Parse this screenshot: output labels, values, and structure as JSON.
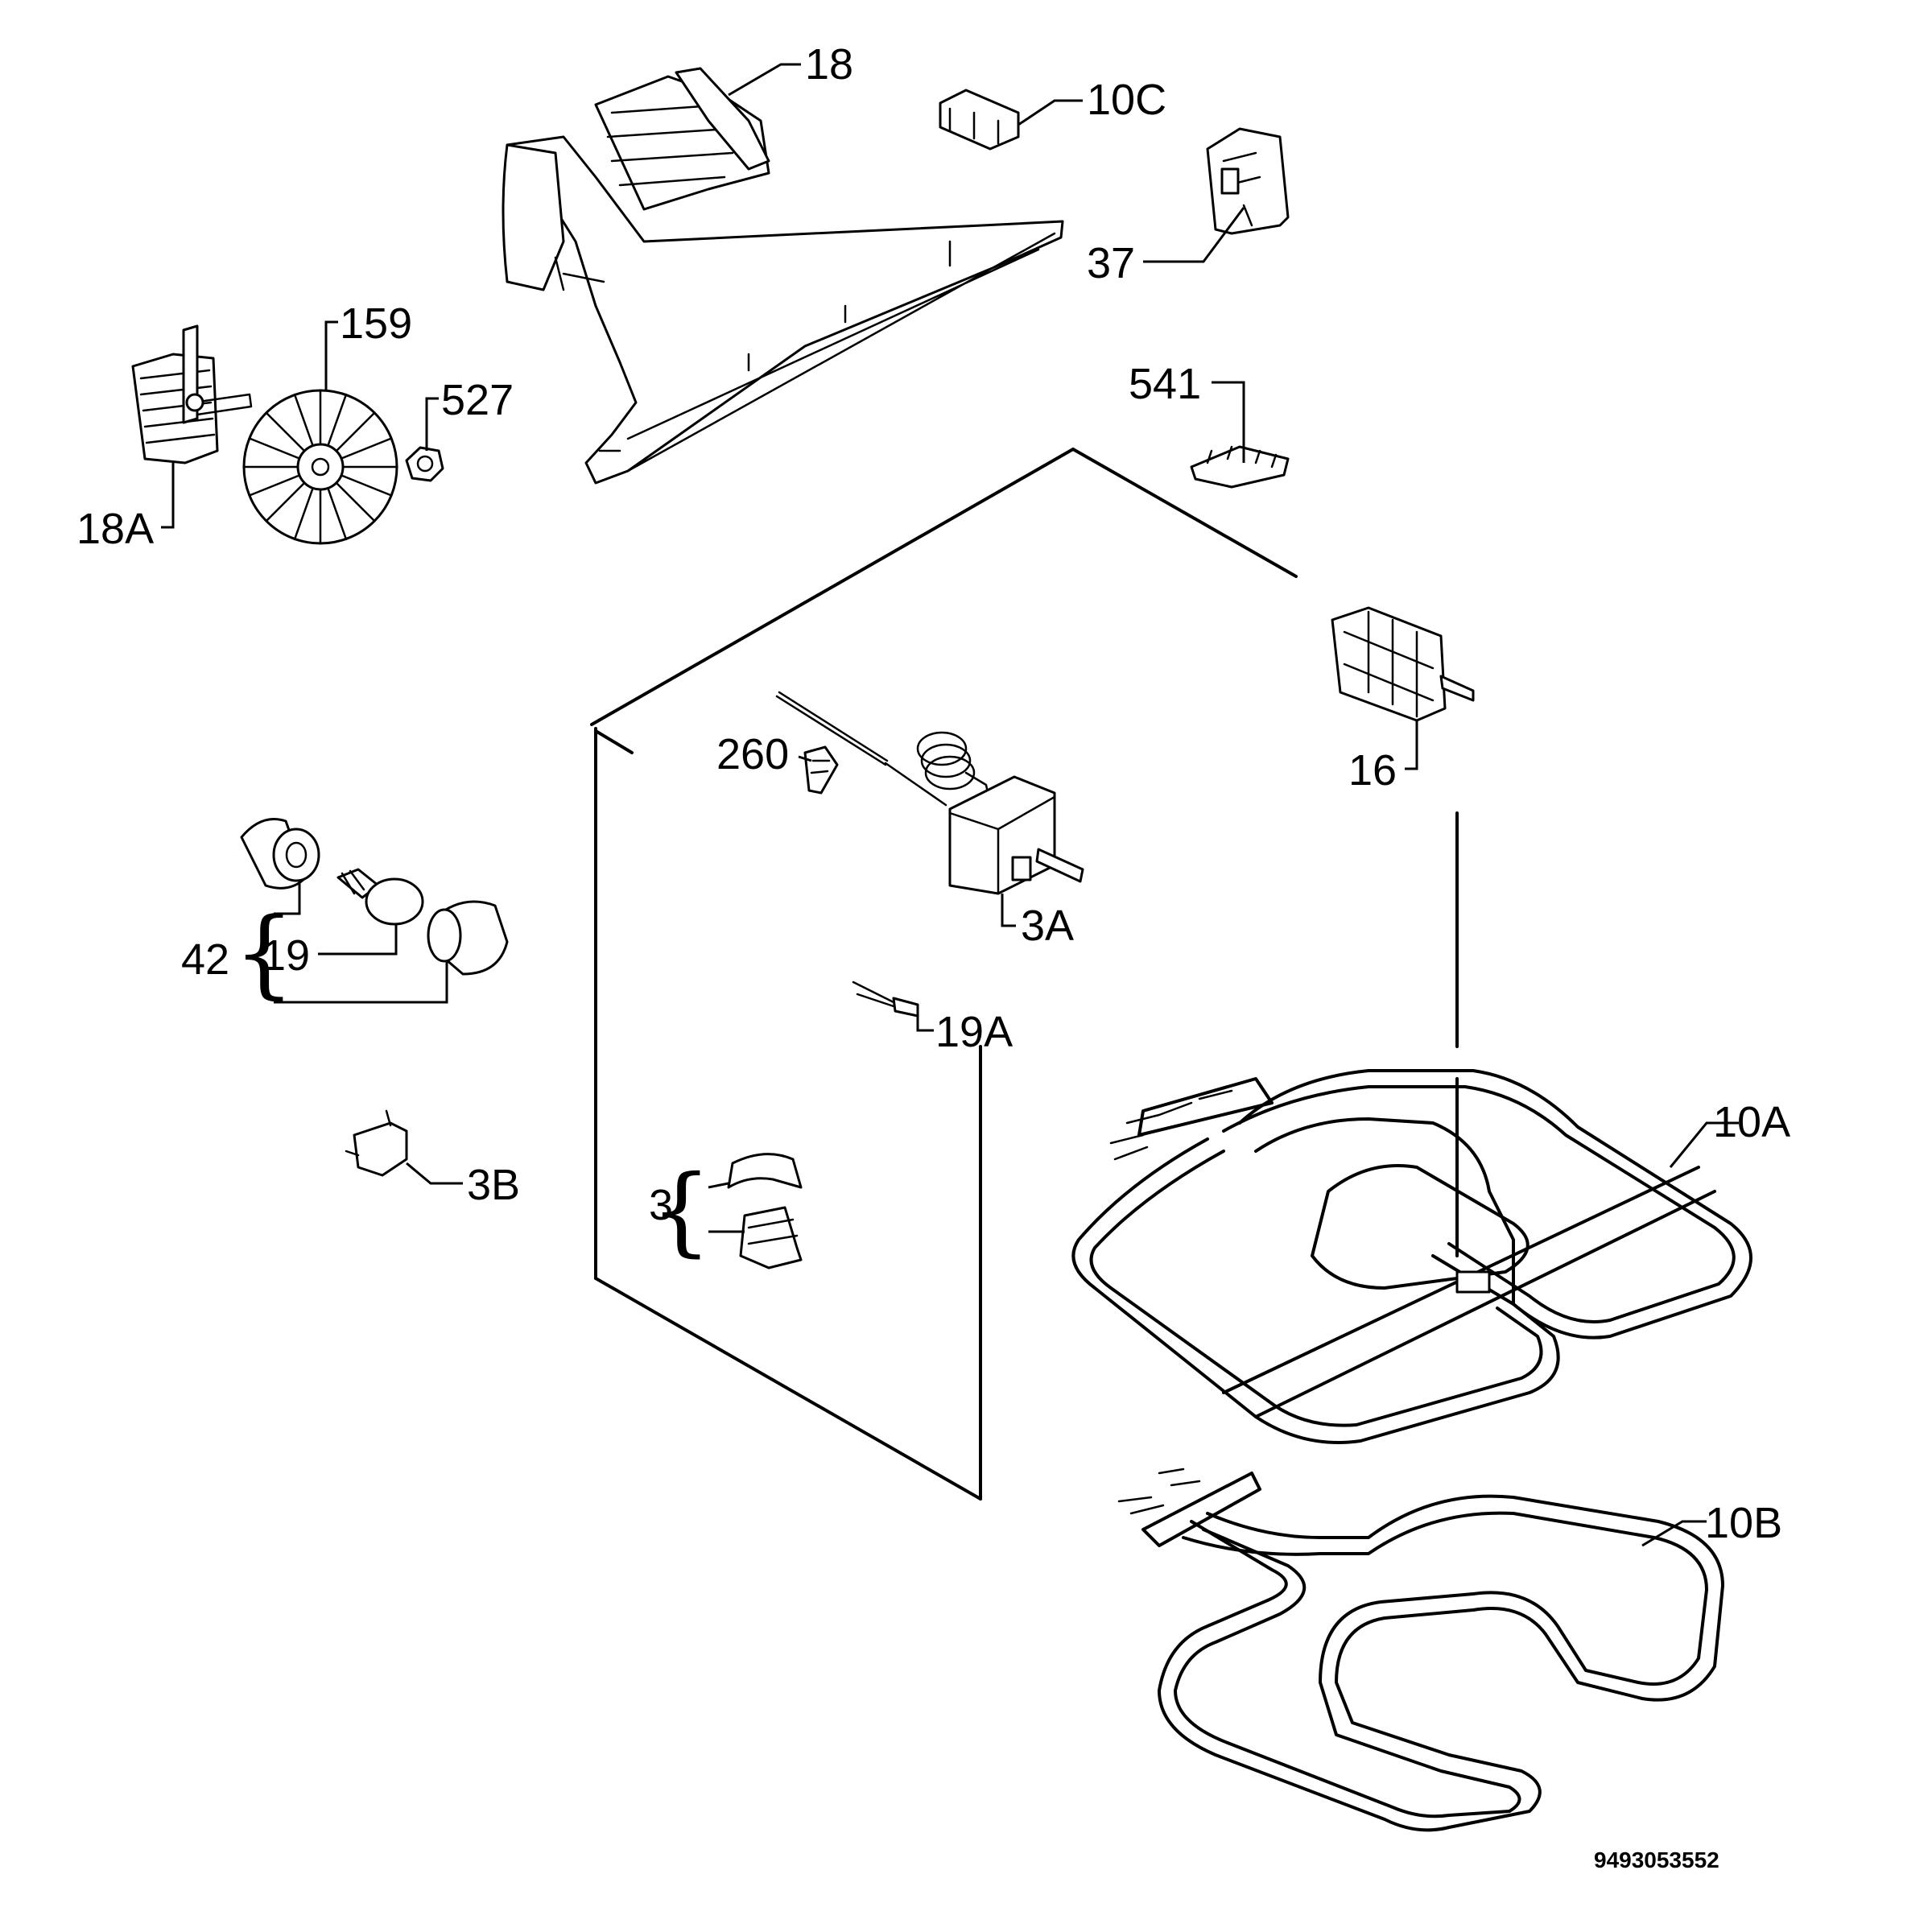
{
  "labels": {
    "p18": "18",
    "p10c": "10C",
    "p37": "37",
    "p159": "159",
    "p527": "527",
    "p18a": "18A",
    "p541": "541",
    "p16": "16",
    "p260": "260",
    "p3a": "3A",
    "p42": "42",
    "p19": "19",
    "p19a": "19A",
    "p10a": "10A",
    "p3b": "3B",
    "p3": "3",
    "p10b": "10B"
  },
  "diagram_code": "9493053552"
}
